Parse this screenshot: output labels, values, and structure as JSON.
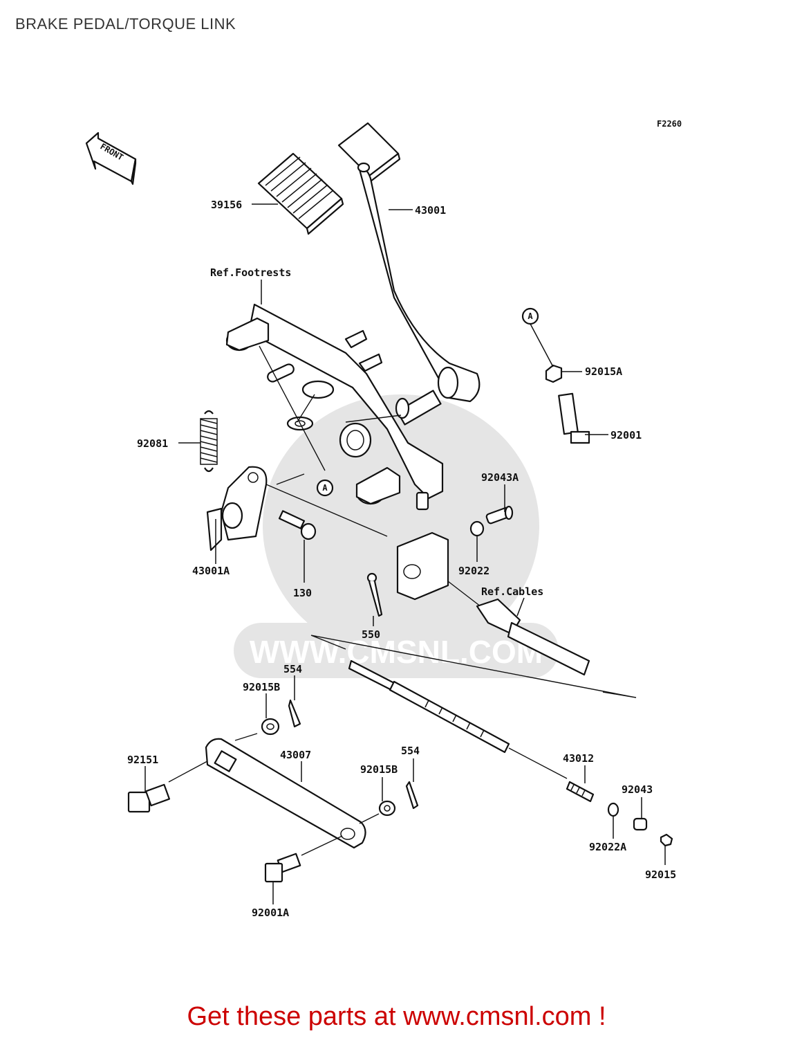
{
  "title": "BRAKE PEDAL/TORQUE LINK",
  "figure_code": "F2260",
  "front_label": "FRONT",
  "watermark": "WWW.CMSNL.COM",
  "references": {
    "footrests": "Ref.Footrests",
    "cables": "Ref.Cables",
    "marker_a": "A"
  },
  "parts": {
    "p39156": "39156",
    "p43001": "43001",
    "p92015a": "92015A",
    "p92001": "92001",
    "p92081": "92081",
    "p92043a": "92043A",
    "p43001a": "43001A",
    "p130": "130",
    "p92022": "92022",
    "p550": "550",
    "p554_top": "554",
    "p92015b_top": "92015B",
    "p92151": "92151",
    "p43007": "43007",
    "p554_bottom": "554",
    "p92015b_bottom": "92015B",
    "p43012": "43012",
    "p92043": "92043",
    "p92022a": "92022A",
    "p92015": "92015",
    "p92001a": "92001A"
  },
  "footer": "Get these parts at www.cmsnl.com !"
}
